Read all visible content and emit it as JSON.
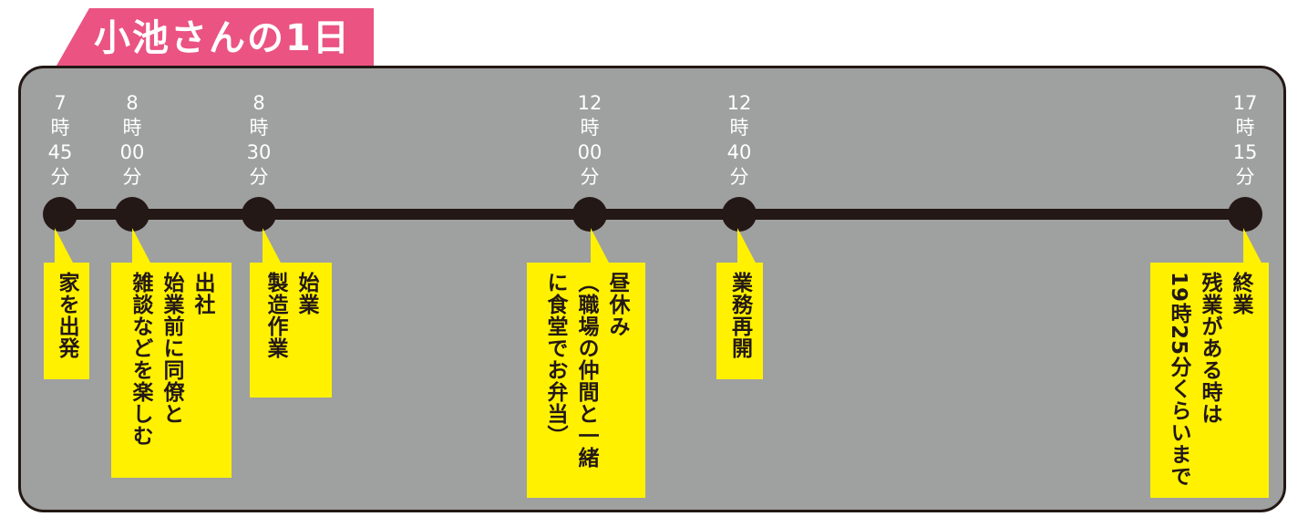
{
  "title": "小池さんの1日",
  "colors": {
    "tab": "#ea5382",
    "panel": "#9fa0a0",
    "note": "#fff100",
    "line": "#231815"
  },
  "events": [
    {
      "time": [
        "7",
        "時",
        "45",
        "分"
      ],
      "lines": [
        "家を出発"
      ]
    },
    {
      "time": [
        "8",
        "時",
        "00",
        "分"
      ],
      "lines": [
        "出社",
        "始業前に同僚と",
        "雑談などを楽しむ"
      ]
    },
    {
      "time": [
        "8",
        "時",
        "30",
        "分"
      ],
      "lines": [
        "始業",
        "製造作業"
      ]
    },
    {
      "time": [
        "12",
        "時",
        "00",
        "分"
      ],
      "lines": [
        "昼休み",
        "（職場の仲間と一緒",
        "に食堂でお弁当）"
      ]
    },
    {
      "time": [
        "12",
        "時",
        "40",
        "分"
      ],
      "lines": [
        "業務再開"
      ]
    },
    {
      "time": [
        "17",
        "時",
        "15",
        "分"
      ],
      "lines": [
        "終業",
        "残業がある時は",
        "19時25分くらいまで"
      ]
    }
  ]
}
